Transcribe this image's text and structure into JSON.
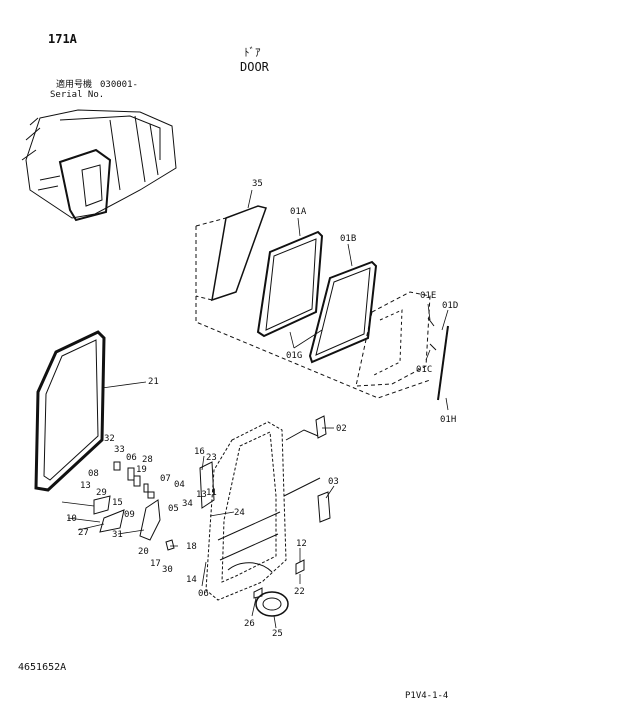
{
  "header": {
    "page_code": "171A",
    "title_jp": "ﾄﾞｱ",
    "title_en": "DOOR",
    "applicable_label_jp": "適用号機",
    "serial_label": "Serial No.",
    "serial_value": "030001-"
  },
  "footer": {
    "drawing_number": "4651652A",
    "sheet_ref": "P1V4-1-4"
  },
  "callouts": [
    "35",
    "01A",
    "01B",
    "01E",
    "01D",
    "01C",
    "01G",
    "01H",
    "21",
    "02",
    "03",
    "32",
    "33",
    "08",
    "06",
    "28",
    "19",
    "13",
    "29",
    "15",
    "09",
    "07",
    "04",
    "05",
    "34",
    "13",
    "11",
    "16",
    "23",
    "24",
    "27",
    "10",
    "31",
    "20",
    "17",
    "18",
    "30",
    "14",
    "06",
    "12",
    "22",
    "26",
    "25"
  ]
}
